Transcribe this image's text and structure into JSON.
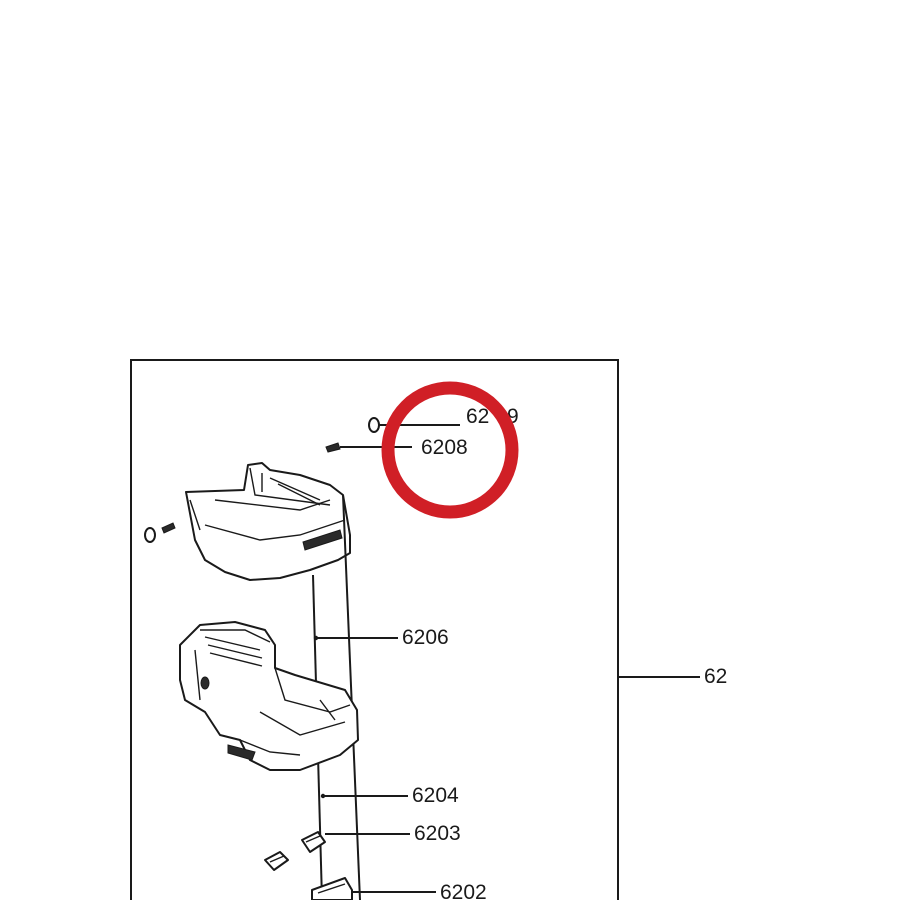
{
  "diagram": {
    "assembly_label": "62",
    "part_labels": {
      "p6209": "62",
      "p6209_tail": "9",
      "p6208": "6208",
      "p6206": "6206",
      "p6204": "6204",
      "p6203": "6203",
      "p6202": "6202"
    },
    "highlight_color": "#d01f26"
  }
}
